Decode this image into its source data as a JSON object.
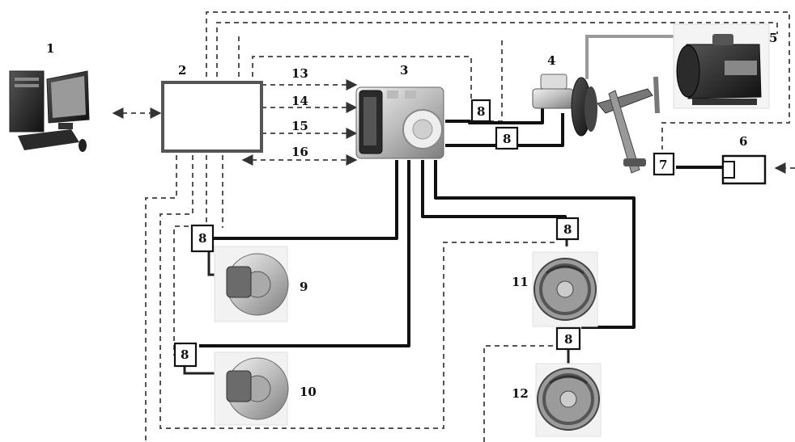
{
  "labels": {
    "computer": "1",
    "controller": "2",
    "abs_unit": "3",
    "master_cylinder": "4",
    "vacuum_pump": "5",
    "actuator": "6",
    "pedal_sensor": "7",
    "sensor": "8",
    "front_left_brake": "9",
    "front_right_brake": "10",
    "rear_left_brake": "11",
    "rear_right_brake": "12",
    "signal_13": "13",
    "signal_14": "14",
    "signal_15": "15",
    "signal_16": "16"
  },
  "colors": {
    "line": "#111111",
    "dashed": "#555555",
    "component_fill": "#d9d9d9"
  },
  "icons": {
    "computer": "desktop-computer-icon",
    "abs_unit": "abs-hydraulic-unit-icon",
    "vacuum_pump": "vacuum-pump-icon",
    "brake_disc": "disc-brake-icon",
    "brake_drum": "drum-brake-icon"
  }
}
